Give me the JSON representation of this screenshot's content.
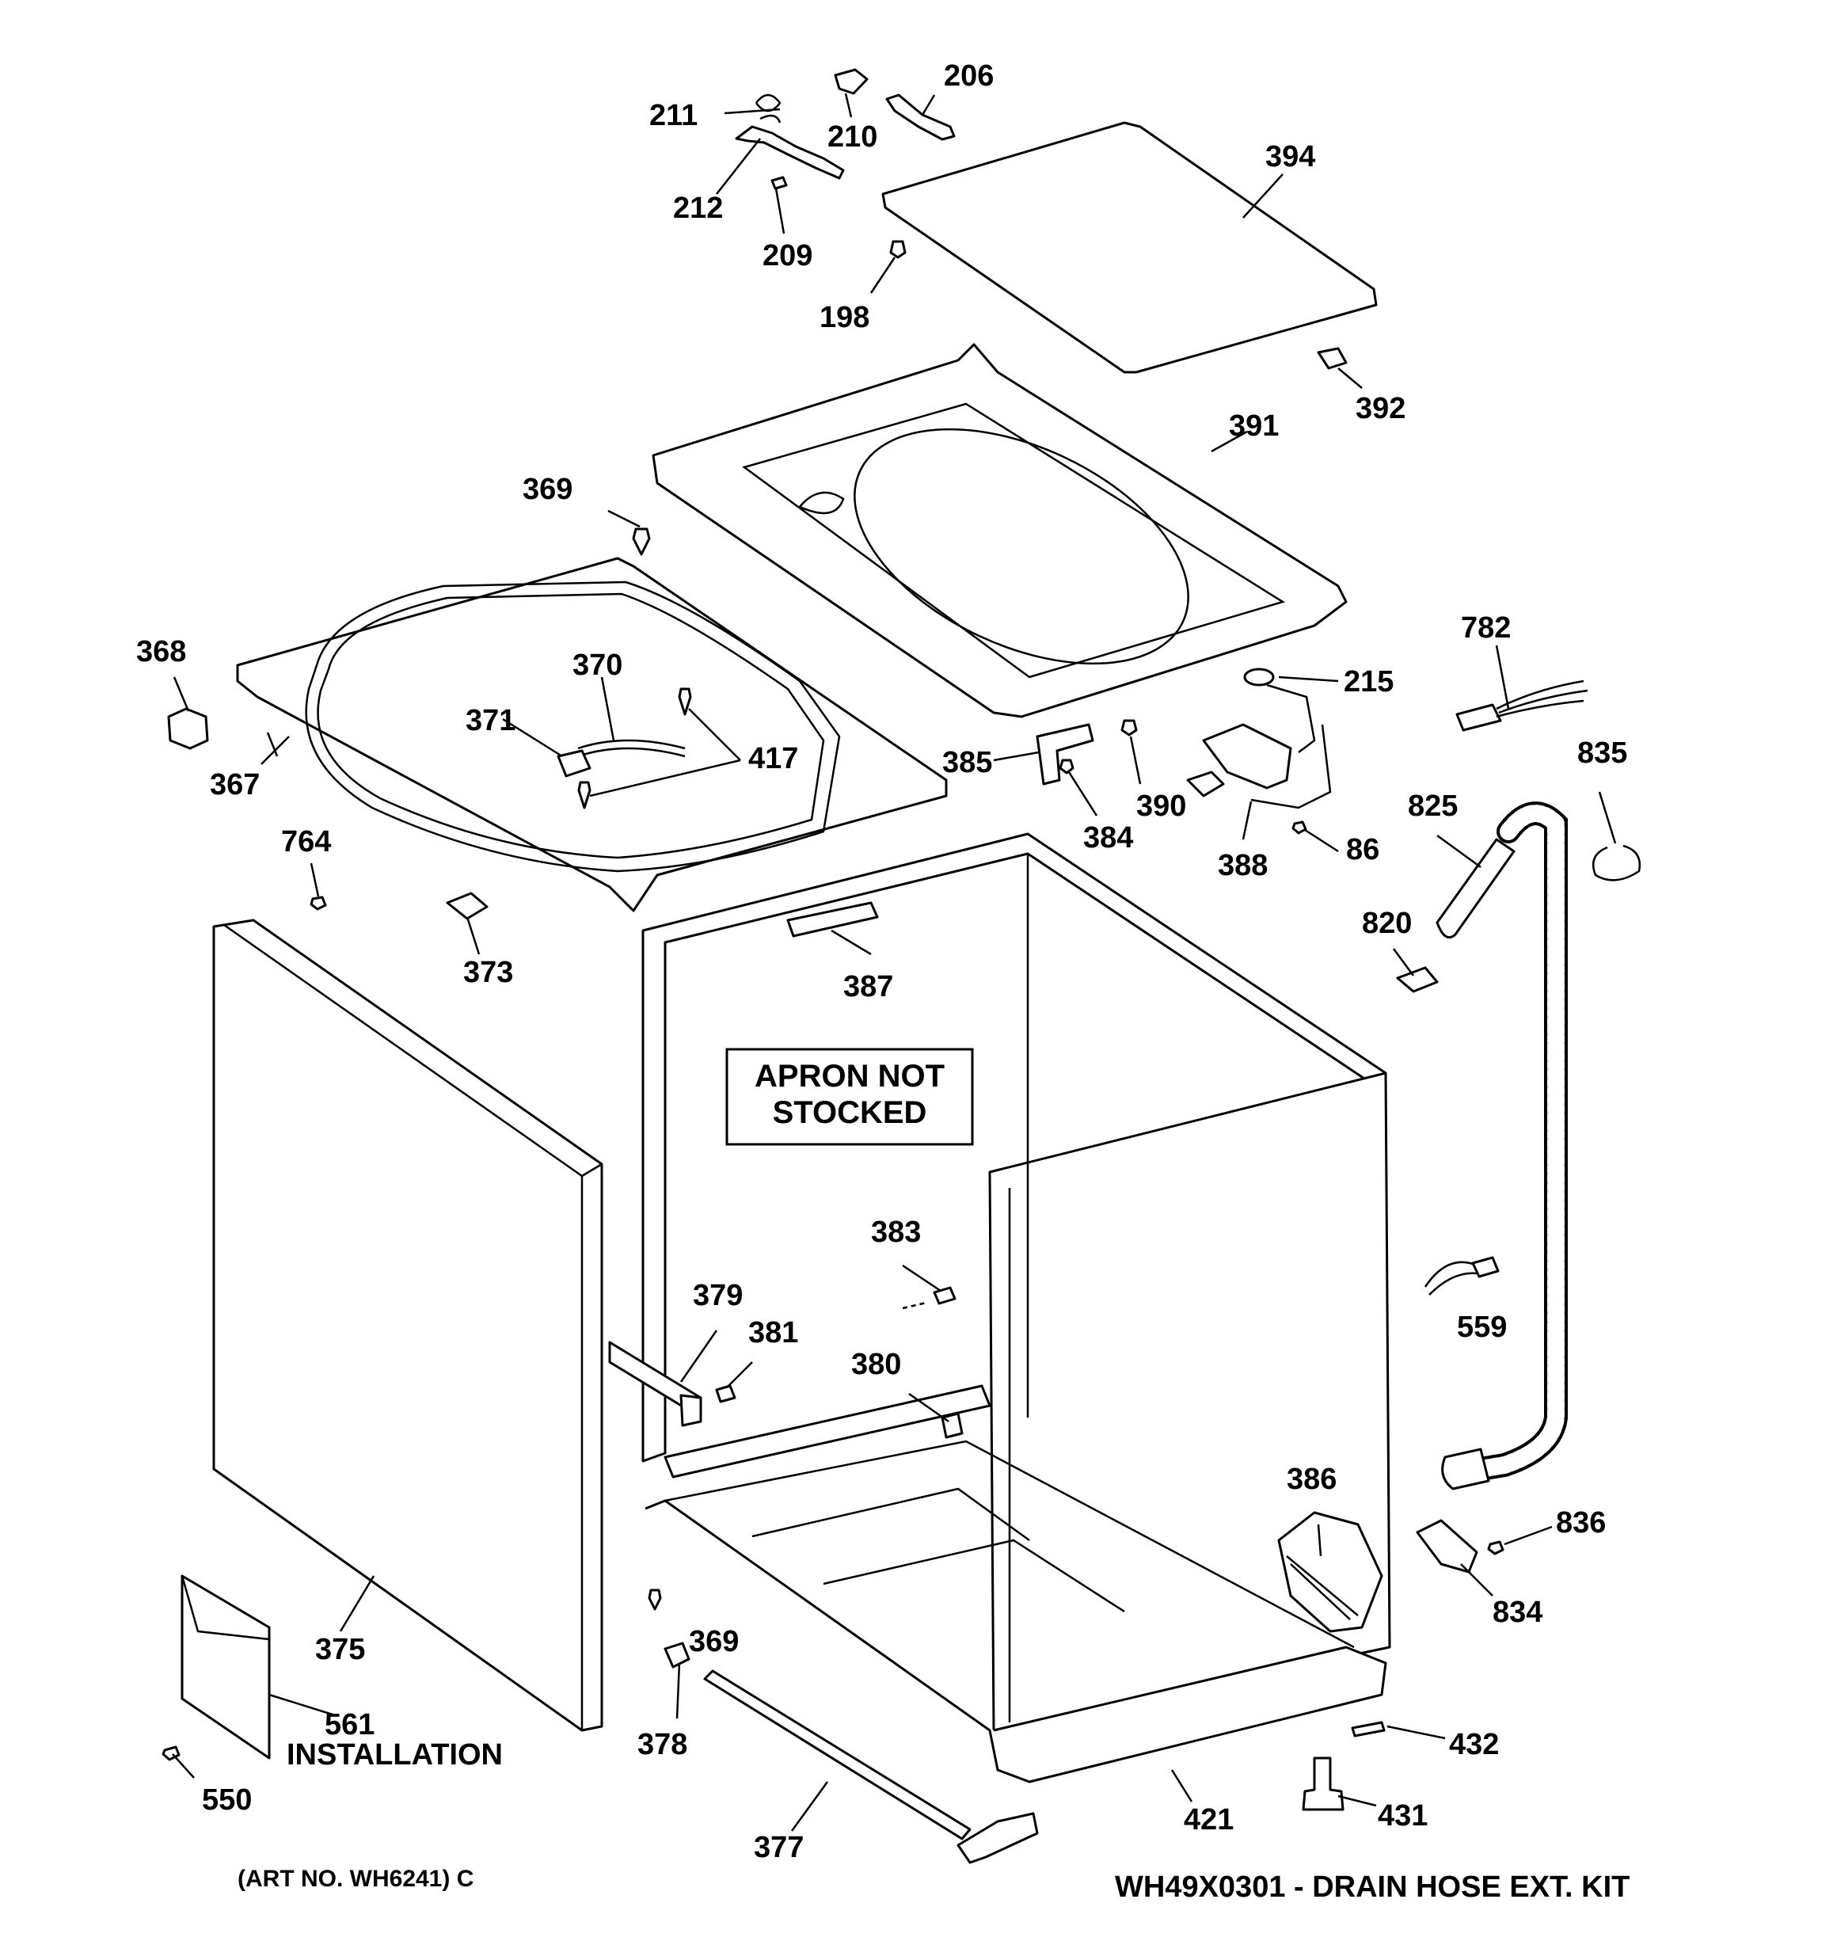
{
  "labels": [
    {
      "id": "206",
      "text": "206"
    },
    {
      "id": "211",
      "text": "211"
    },
    {
      "id": "210",
      "text": "210"
    },
    {
      "id": "212",
      "text": "212"
    },
    {
      "id": "209",
      "text": "209"
    },
    {
      "id": "198",
      "text": "198"
    },
    {
      "id": "394",
      "text": "394"
    },
    {
      "id": "392",
      "text": "392"
    },
    {
      "id": "391",
      "text": "391"
    },
    {
      "id": "369a",
      "text": "369"
    },
    {
      "id": "368",
      "text": "368"
    },
    {
      "id": "370",
      "text": "370"
    },
    {
      "id": "371",
      "text": "371"
    },
    {
      "id": "417",
      "text": "417"
    },
    {
      "id": "367",
      "text": "367"
    },
    {
      "id": "782",
      "text": "782"
    },
    {
      "id": "215",
      "text": "215"
    },
    {
      "id": "385",
      "text": "385"
    },
    {
      "id": "390",
      "text": "390"
    },
    {
      "id": "384",
      "text": "384"
    },
    {
      "id": "388",
      "text": "388"
    },
    {
      "id": "86",
      "text": "86"
    },
    {
      "id": "835",
      "text": "835"
    },
    {
      "id": "825",
      "text": "825"
    },
    {
      "id": "764",
      "text": "764"
    },
    {
      "id": "373",
      "text": "373"
    },
    {
      "id": "387",
      "text": "387"
    },
    {
      "id": "820",
      "text": "820"
    },
    {
      "id": "383",
      "text": "383"
    },
    {
      "id": "379",
      "text": "379"
    },
    {
      "id": "381",
      "text": "381"
    },
    {
      "id": "380",
      "text": "380"
    },
    {
      "id": "559",
      "text": "559"
    },
    {
      "id": "386",
      "text": "386"
    },
    {
      "id": "836",
      "text": "836"
    },
    {
      "id": "834",
      "text": "834"
    },
    {
      "id": "375",
      "text": "375"
    },
    {
      "id": "369b",
      "text": "369"
    },
    {
      "id": "561",
      "text": "561"
    },
    {
      "id": "378",
      "text": "378"
    },
    {
      "id": "432",
      "text": "432"
    },
    {
      "id": "550",
      "text": "550"
    },
    {
      "id": "421",
      "text": "421"
    },
    {
      "id": "431",
      "text": "431"
    },
    {
      "id": "377",
      "text": "377"
    }
  ],
  "notes": {
    "apron_line1": "APRON NOT",
    "apron_line2": "STOCKED",
    "installation": "INSTALLATION",
    "art_no": "(ART NO. WH6241) C",
    "kit": "WH49X0301 - DRAIN HOSE EXT. KIT"
  }
}
